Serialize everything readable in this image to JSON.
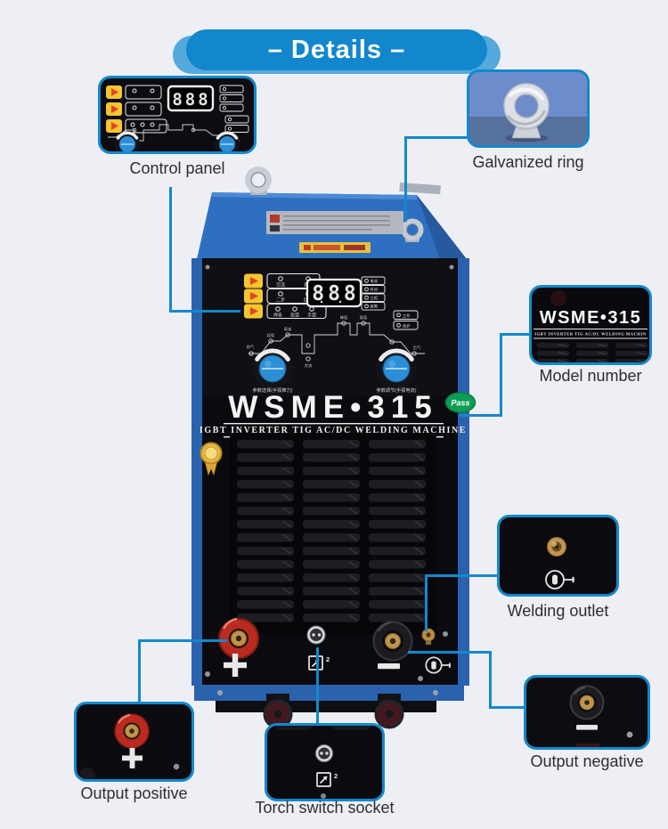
{
  "banner": {
    "label": "– Details –"
  },
  "callouts": {
    "control_panel": {
      "label": "Control panel"
    },
    "galvanized_ring": {
      "label": "Galvanized ring"
    },
    "model_number": {
      "label": "Model number",
      "model": "WSME•315",
      "machine_line": "IGBT INVERTER TIG AC/DC WELDING MACHIN"
    },
    "welding_outlet": {
      "label": "Welding outlet"
    },
    "output_positive": {
      "label": "Output positive"
    },
    "torch_switch_socket": {
      "label": "Torch switch socket",
      "socket_gauge": "2"
    },
    "output_negative": {
      "label": "Output negative"
    }
  },
  "machine": {
    "model": "WSME•315",
    "subtitle": "IGBT INVERTER TIG AC/DC WELDING MACHINE",
    "pass_sticker": "Pass",
    "display_value": "888",
    "mode_rows": [
      [
        "交流",
        "直流"
      ],
      [
        "二步",
        "四步"
      ],
      [
        "焊条",
        "氩弧",
        "手弧"
      ]
    ],
    "status_indicators": [
      "电流",
      "时间",
      "三相",
      "报警"
    ],
    "state_indicators": [
      "工作",
      "保护"
    ],
    "waveform_labels": [
      "前气",
      "起弧",
      "衰减",
      "峰值",
      "基值",
      "后气",
      "交流"
    ],
    "knob_left_label": "参数选择(手弧推力)",
    "knob_right_label": "参数调节(手弧电流)",
    "torch_socket_gauge": "2"
  },
  "colors": {
    "accent": "#1488cc",
    "accent_light": "#54aadc",
    "machine_blue": "#2e6fc0",
    "pass_green": "#0d9e55",
    "positive_red": "#bb2a20",
    "brass": "#bf9350",
    "knob_blue": "#2d8ed6",
    "button_yellow": "#f6c52f"
  }
}
